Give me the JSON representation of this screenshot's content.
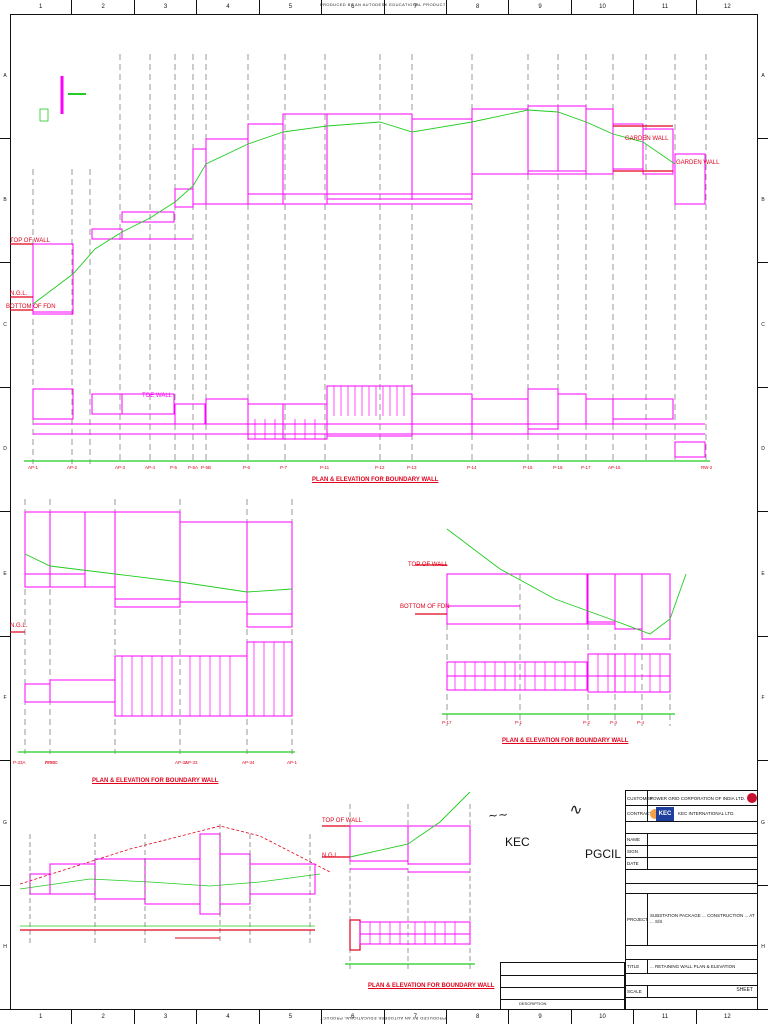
{
  "sheet": {
    "columns": [
      "1",
      "2",
      "3",
      "4",
      "5",
      "6",
      "7",
      "8",
      "9",
      "10",
      "11",
      "12"
    ],
    "rows": [
      "A",
      "B",
      "C",
      "D",
      "E",
      "F",
      "G",
      "H"
    ],
    "edge_note": "PRODUCED BY AN AUTODESK EDUCATIONAL PRODUCT"
  },
  "sections": {
    "caption": "PLAN & ELEVATION FOR BOUNDARY WALL",
    "wall_labels": {
      "top_of_wall": "TOP OF WALL",
      "ngl": "N.G.L.",
      "bottom_of_fdn": "BOTTOM OF FDN",
      "garden_wall": "GARDEN WALL",
      "toe_wall": "TOE WALL"
    },
    "nodes_top": [
      "AP-1",
      "AP-2",
      "AP-3",
      "AP-4",
      "P-5",
      "P-5A",
      "P-5B",
      "P-6",
      "P-7",
      "P-11",
      "P-12",
      "P-13",
      "P-14",
      "P-15",
      "P-16",
      "P-17",
      "AP-15",
      "RW-2"
    ],
    "nodes_mid_left": [
      "P-33A",
      "AP-30",
      "P-30",
      "AP-32",
      "AP-33",
      "AP-34",
      "AP-1"
    ],
    "nodes_mid_right": [
      "P-17",
      "P-1",
      "P-2",
      "P-3",
      "P-4"
    ]
  },
  "signatures": {
    "left_company": "KEC",
    "right_company": "PGCIL"
  },
  "title_block": {
    "customer_label": "CUSTOMER",
    "customer": "POWER GRID CORPORATION OF INDIA LTD.",
    "contractor_label": "CONTRACTOR",
    "contractor": "KEC INTERNATIONAL LTD.",
    "logo": "KEC",
    "name_label": "NAME",
    "sign_label": "SIGN",
    "date_label": "DATE",
    "project_label": "PROJECT",
    "project_text": "SUBSTATION PACKAGE ... CONSTRUCTION ... AT ... S/S",
    "title_label": "TITLE",
    "title_text": "... RETAINING WALL PLAN & ELEVATION",
    "scale_label": "SCALE",
    "sheet_label": "SHEET"
  },
  "revision_table": {
    "description_label": "DESCRIPTION"
  },
  "colors": {
    "wall": "#ff00ff",
    "ground": "#22cc22",
    "level_marker": "#e0001b",
    "frame": "#111111"
  }
}
